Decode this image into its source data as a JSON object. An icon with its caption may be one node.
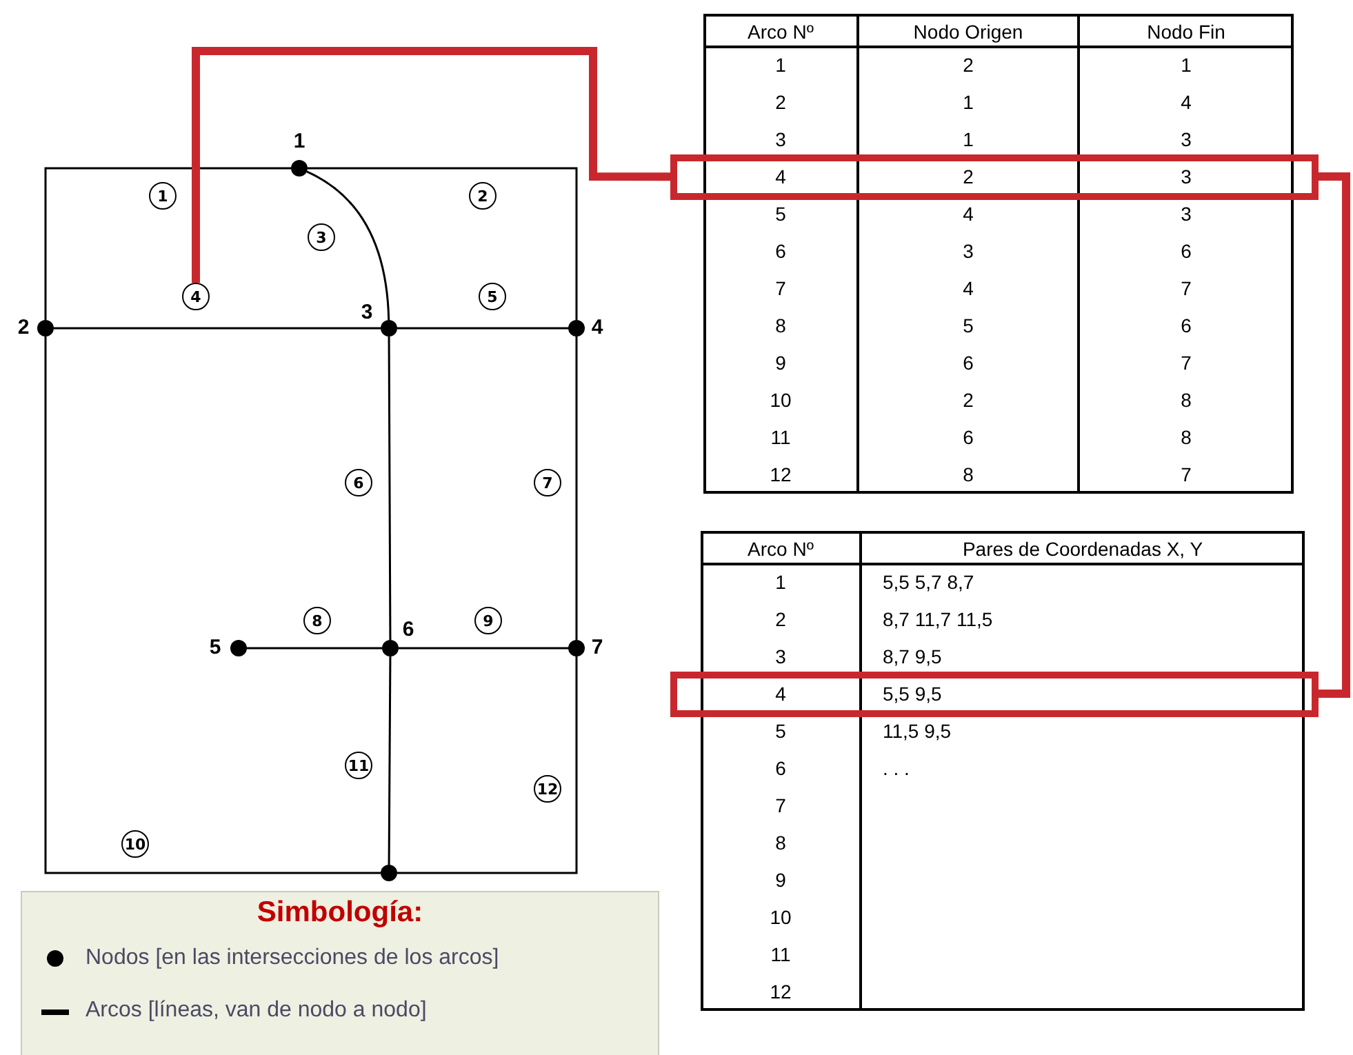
{
  "diagram": {
    "nodes": [
      {
        "text": [],
        "shape": "circle",
        "beside": [
          "1"
        ]
      },
      {
        "text": [
          "1"
        ]
      },
      {
        "text": [
          "2"
        ]
      },
      {
        "text": [
          "3"
        ]
      },
      {
        "text": [
          "4"
        ]
      },
      {
        "text": [
          "5"
        ]
      },
      {
        "text": [],
        "shape": "circle",
        "beside": [
          "2"
        ]
      },
      {
        "text": [],
        "shape": "circle",
        "beside": [
          "3"
        ]
      },
      {
        "text": [],
        "shape": "circle",
        "beside": [
          "4"
        ]
      },
      {
        "text": [
          "6"
        ]
      },
      {
        "text": [
          "7"
        ]
      },
      {
        "text": [
          "8"
        ]
      },
      {
        "text": [
          "9"
        ]
      },
      {
        "text": [],
        "shape": "circle",
        "beside": [
          "5"
        ]
      },
      {
        "text": [],
        "shape": "circle",
        "beside": [
          "6"
        ]
      },
      {
        "text": [],
        "shape": "circle",
        "beside": [
          "7"
        ]
      },
      {
        "text": [
          "11"
        ]
      },
      {
        "text": [
          "12"
        ]
      },
      {
        "text": [
          "10"
        ]
      },
      {
        "text": [],
        "shape": "circle"
      },
      {
        "text": [],
        "shape": "box"
      },
      {
        "text": [],
        "shape": "box"
      }
    ],
    "edges": [
      {
        "from": 6,
        "to": 0,
        "arrow": "none"
      },
      {
        "from": 0,
        "to": 8,
        "arrow": "none"
      },
      {
        "from": 0,
        "to": 7,
        "arrow": "none"
      },
      {
        "from": 6,
        "to": 7,
        "arrow": "none"
      },
      {
        "from": 8,
        "to": 7,
        "arrow": "none"
      },
      {
        "from": 7,
        "to": 14,
        "arrow": "none"
      },
      {
        "from": 8,
        "to": 15,
        "arrow": "none"
      },
      {
        "from": 13,
        "to": 14,
        "arrow": "none"
      },
      {
        "from": 14,
        "to": 15,
        "arrow": "none"
      },
      {
        "from": 6,
        "to": 19,
        "arrow": "none"
      },
      {
        "from": 14,
        "to": 19,
        "arrow": "none"
      },
      {
        "from": 19,
        "to": 15,
        "arrow": "none"
      },
      {
        "from": 4,
        "to": 20,
        "arrow": "none",
        "style": "thick",
        "color": "#c8282d"
      },
      {
        "from": 20,
        "to": 21,
        "arrow": "none",
        "style": "thick",
        "color": "#c8282d"
      }
    ],
    "labels": [
      "Arco Nº",
      "Nodo Origen",
      "Nodo Fin",
      "1",
      "2",
      "1",
      "2",
      "1",
      "4",
      "3",
      "1",
      "3",
      "4",
      "2",
      "3",
      "5",
      "4",
      "3",
      "6",
      "3",
      "6",
      "7",
      "4",
      "7",
      "8",
      "5",
      "6",
      "9",
      "6",
      "7",
      "10",
      "2",
      "8",
      "11",
      "6",
      "8",
      "12",
      "8",
      "7",
      "Arco Nº",
      "Pares de Coordenadas X, Y",
      "1",
      "5,5 5,7 8,7",
      "2",
      "8,7 11,7 11,5",
      "3",
      "8,7 9,5",
      "4",
      "5,5 9,5",
      "5",
      "11,5 9,5",
      "6",
      ". . .",
      "7",
      "8",
      "9",
      "10",
      "11",
      "12",
      "Simbología:"
    ],
    "legend": [
      {
        "text": "Nodos [en las intersecciones de los arcos]"
      },
      {
        "text": "Arcos [líneas, van de nodo a nodo]"
      }
    ]
  }
}
